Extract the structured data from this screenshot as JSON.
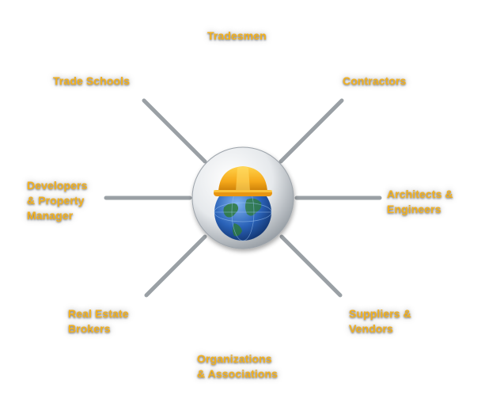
{
  "diagram": {
    "type": "hub-and-spoke",
    "hub": {
      "icons": [
        "hard-hat-icon",
        "globe-icon"
      ],
      "colors": {
        "hat": "#f5a81a",
        "globe": "#2a62b8",
        "sphere": "#e9ecef"
      }
    },
    "spokes": [
      {
        "id": "tradesmen",
        "label": "Tradesmen"
      },
      {
        "id": "contractors",
        "label": "Contractors"
      },
      {
        "id": "architects-engineers",
        "label": "Architects &\nEngineers"
      },
      {
        "id": "suppliers-vendors",
        "label": "Suppliers &\nVendors"
      },
      {
        "id": "organizations-associations",
        "label": "Organizations\n& Associations"
      },
      {
        "id": "real-estate-brokers",
        "label": "Real Estate\nBrokers"
      },
      {
        "id": "developers-property-manager",
        "label": "Developers\n& Property\nManager"
      },
      {
        "id": "trade-schools",
        "label": "Trade Schools"
      }
    ],
    "label_color": "#f2b01e",
    "rod_color": "#8c9196"
  }
}
